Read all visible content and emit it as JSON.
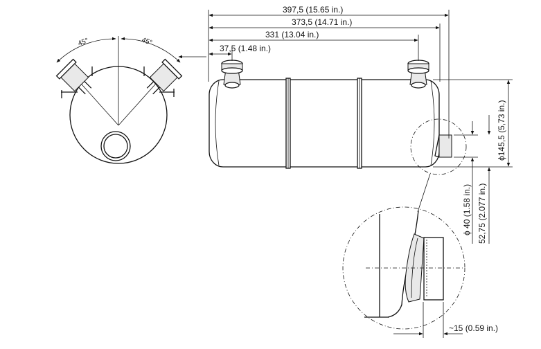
{
  "dimensions": {
    "total_length": "397,5 (15.65 in.)",
    "length_2": "373,5 (14.71 in.)",
    "pipe_spacing": "331 (13.04 in.)",
    "pipe_offset": "37,5 (1.48 in.)",
    "diameter_body": "ϕ145,5 (5,73 in.)",
    "diameter_outlet": "ϕ 40 (1.58 in.)",
    "outlet_height": "52,75 (2.077 in.)",
    "outlet_protrusion": "~15 (0.59 in.)"
  },
  "angles": {
    "left": "45°",
    "right": "45°"
  }
}
